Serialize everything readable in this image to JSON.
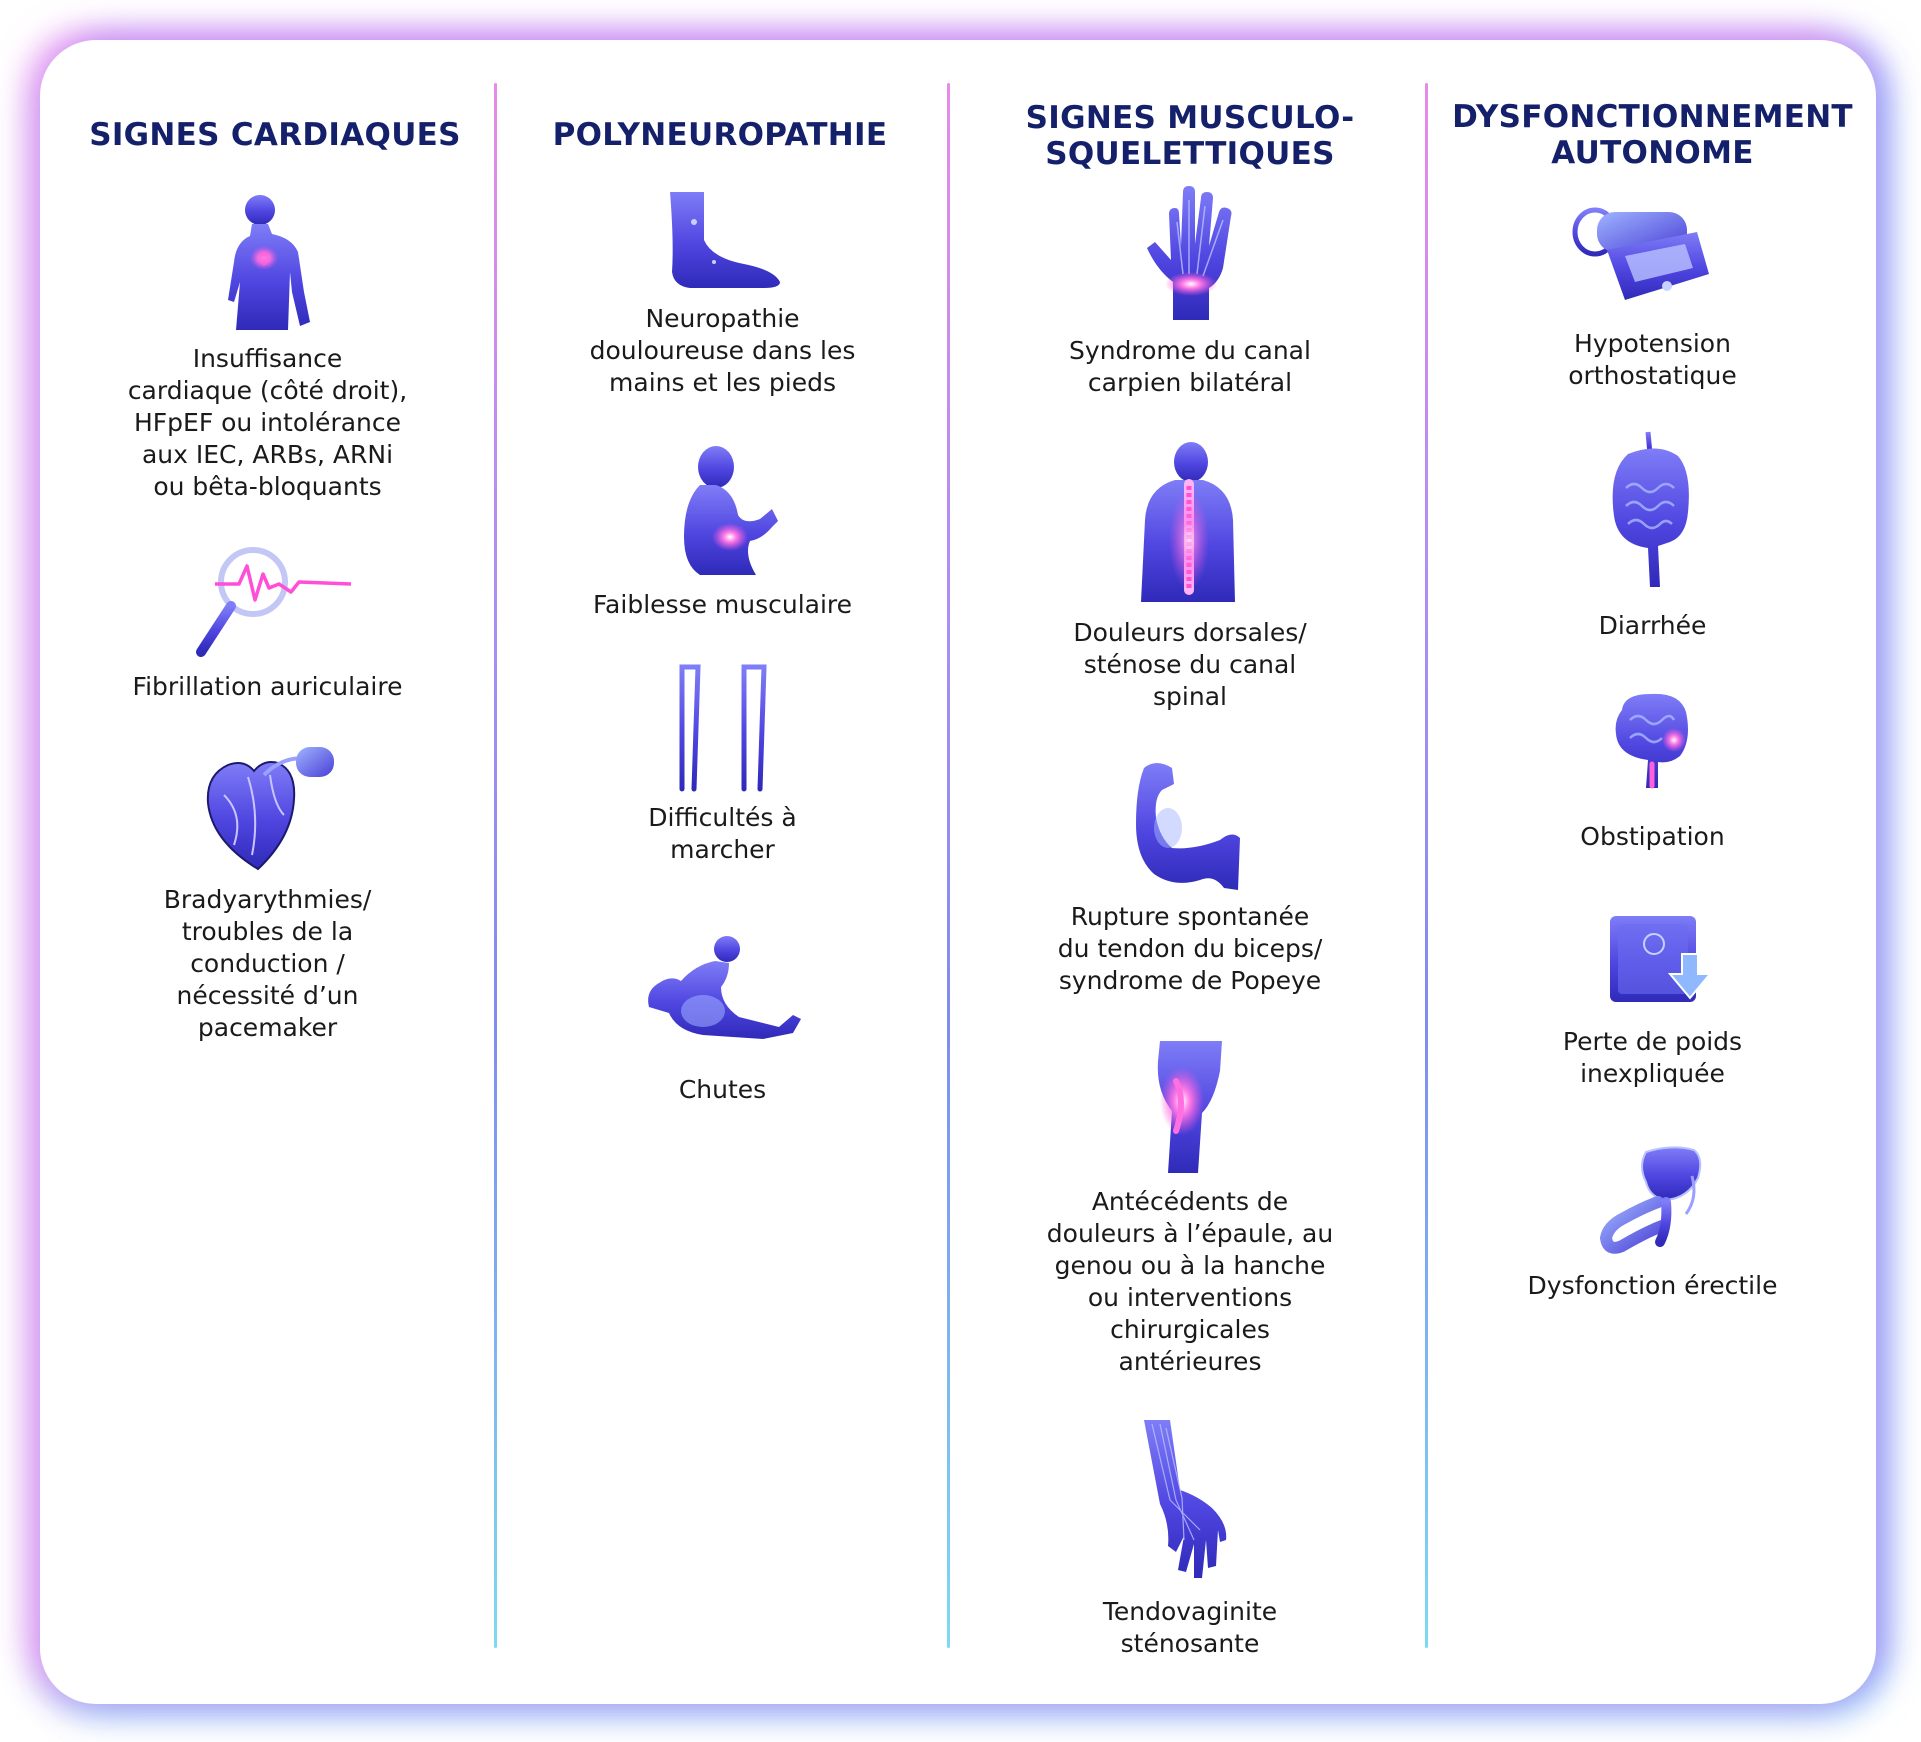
{
  "columns": [
    {
      "title": "SIGNES CARDIAQUES",
      "items": [
        {
          "icon": "heart-silhouette-icon",
          "label": "Insuffisance\ncardiaque (côté droit),\nHFpEF ou intolérance\naux IEC, ARBs, ARNi\nou bêta-bloquants"
        },
        {
          "icon": "magnifier-ecg-icon",
          "label": "Fibrillation auriculaire"
        },
        {
          "icon": "heart-pacemaker-icon",
          "label": "Bradyarythmies/\ntroubles de la\nconduction /\nnécessité d’un\npacemaker"
        }
      ]
    },
    {
      "title": "POLYNEUROPATHIE",
      "items": [
        {
          "icon": "foot-icon",
          "label": "Neuropathie\ndouloureuse dans les\nmains et les pieds"
        },
        {
          "icon": "man-arm-pain-icon",
          "label": "Faiblesse musculaire"
        },
        {
          "icon": "walker-icon",
          "label": "Difficultés à\nmarcher"
        },
        {
          "icon": "fallen-person-icon",
          "label": "Chutes"
        }
      ]
    },
    {
      "title": "SIGNES MUSCULO-\nSQUELETTIQUES",
      "items": [
        {
          "icon": "hand-wrist-icon",
          "label": "Syndrome du canal\ncarpien bilatéral"
        },
        {
          "icon": "spine-back-icon",
          "label": "Douleurs dorsales/\nsténose du canal\nspinal"
        },
        {
          "icon": "biceps-arm-icon",
          "label": "Rupture spontanée\ndu tendon du biceps/\nsyndrome de Popeye"
        },
        {
          "icon": "knee-joint-icon",
          "label": "Antécédents de\ndouleurs à l’épaule, au\ngenou ou à la hanche\nou interventions\nchirurgicales\nantérieures"
        },
        {
          "icon": "hand-tendons-icon",
          "label": "Tendovaginite\nsténosante"
        }
      ]
    },
    {
      "title": "DYSFONCTIONNEMENT\nAUTONOME",
      "items": [
        {
          "icon": "blood-pressure-monitor-icon",
          "label": "Hypotension\northostatique"
        },
        {
          "icon": "intestines-icon",
          "label": "Diarrhée"
        },
        {
          "icon": "colon-icon",
          "label": "Obstipation"
        },
        {
          "icon": "scale-down-arrow-icon",
          "label": "Perte de poids\ninexpliquée"
        },
        {
          "icon": "male-reproductive-icon",
          "label": "Dysfonction érectile"
        }
      ]
    }
  ],
  "colors": {
    "title": "#15206b",
    "text": "#1a1a1a",
    "icon_primary": "#5b4fe6",
    "icon_highlight": "#ff4fd8",
    "divider_top": "#e88ae8",
    "divider_bottom": "#7ddaf0"
  }
}
